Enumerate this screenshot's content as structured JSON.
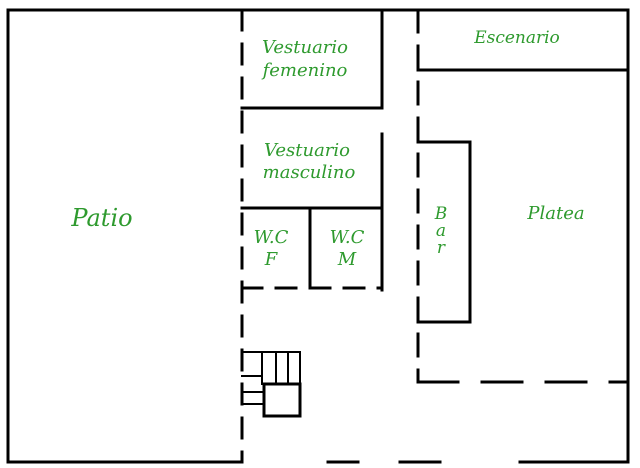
{
  "plan": {
    "wall_color": "#000000",
    "label_color": "#2e9a2e",
    "rooms": {
      "patio": "Patio",
      "vestuario_femenino": [
        "Vestuario",
        "femenino"
      ],
      "vestuario_masculino": [
        "Vestuario",
        "masculino"
      ],
      "wc_f": [
        "W.C",
        "F"
      ],
      "wc_m": [
        "W.C",
        "M"
      ],
      "escenario": "Escenario",
      "platea": "Platea",
      "bar": [
        "B",
        "a",
        "r"
      ]
    }
  }
}
